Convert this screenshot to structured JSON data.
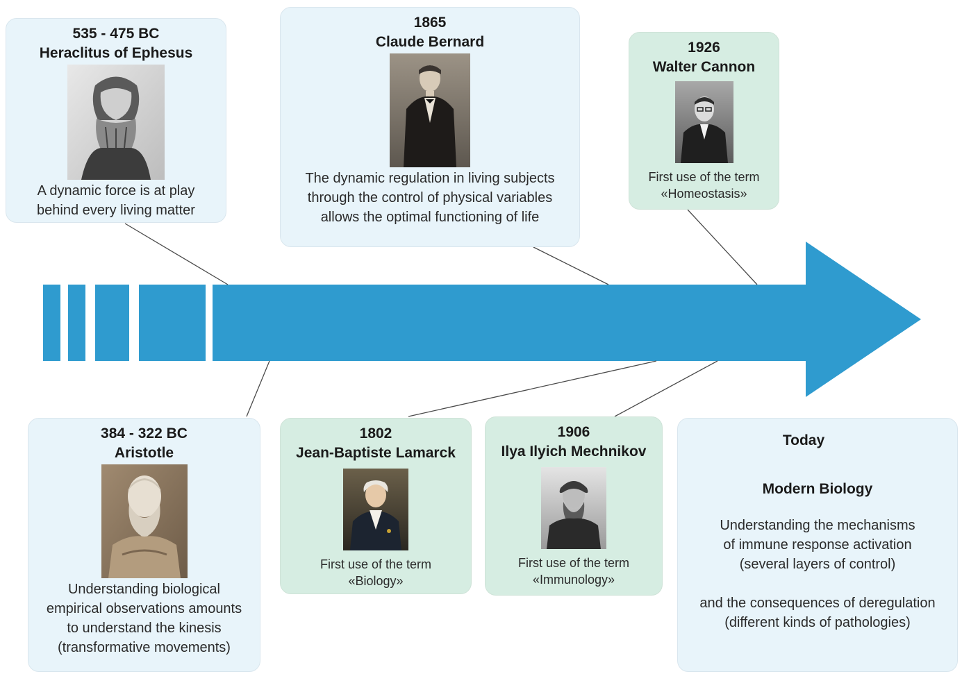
{
  "colors": {
    "arrow": "#2f9bcf",
    "connector": "#4a4a4a",
    "box_blue": "#e8f4fa",
    "box_green": "#d6ede2"
  },
  "events": {
    "heraclitus": {
      "date": "535 - 475 BC",
      "name": "Heraclitus of Ephesus",
      "desc_lines": [
        "A dynamic force is at play",
        "behind every living matter"
      ],
      "portrait": "heraclitus-engraving"
    },
    "aristotle": {
      "date": "384 - 322 BC",
      "name": "Aristotle",
      "desc_lines": [
        "Understanding biological",
        "empirical observations amounts",
        "to understand the kinesis",
        "(transformative movements)"
      ],
      "portrait": "aristotle-bust"
    },
    "lamarck": {
      "date": "1802",
      "name": "Jean-Baptiste Lamarck",
      "desc_lines": [
        "First use of the term",
        "«Biology»"
      ],
      "portrait": "lamarck-portrait"
    },
    "bernard": {
      "date": "1865",
      "name": "Claude Bernard",
      "desc_lines": [
        "The dynamic regulation in living subjects",
        "through the control of physical variables",
        "allows the optimal functioning of life"
      ],
      "portrait": "bernard-photo"
    },
    "mechnikov": {
      "date": "1906",
      "name": "Ilya Ilyich Mechnikov",
      "desc_lines": [
        "First use of the term",
        "«Immunology»"
      ],
      "portrait": "mechnikov-photo"
    },
    "cannon": {
      "date": "1926",
      "name": "Walter Cannon",
      "desc_lines": [
        "First use of the term",
        "«Homeostasis»"
      ],
      "portrait": "cannon-photo"
    },
    "today": {
      "date": "Today",
      "name": "Modern Biology",
      "desc_lines": [
        "Understanding the mechanisms",
        "of immune response activation",
        "(several layers of control)",
        "",
        "and the consequences of deregulation",
        "(different kinds of pathologies)"
      ]
    }
  }
}
